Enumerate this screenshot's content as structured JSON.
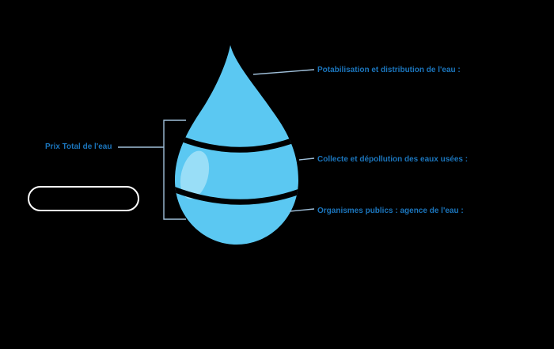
{
  "colors": {
    "bg": "#000000",
    "drop": "#5bc8f2",
    "drop_highlight": "#a5e2f8",
    "text": "#1b75bc",
    "connector": "#9fbfd9",
    "divider": "#000000",
    "box_border": "#ffffff"
  },
  "diagram": {
    "left_label": "Prix Total de l'eau",
    "right_labels": [
      "Potabilisation et distribution de l'eau :",
      "Collecte et dépollution des eaux usées :",
      "Organismes publics : agence de l'eau :"
    ]
  }
}
